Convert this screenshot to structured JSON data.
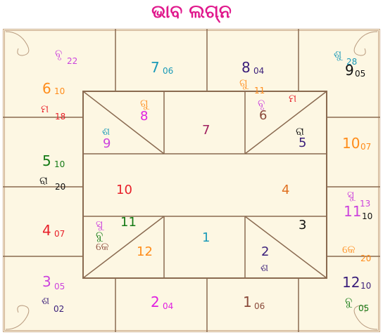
{
  "title": "ଭାବ ଲଗ୍ନ",
  "colors": {
    "title": "#e0188c",
    "frame_bg": "#fdf7e3",
    "lines": "#8a6a50"
  },
  "outer": {
    "top_left": {
      "planet": "ବୃ",
      "planet_deg": "22",
      "house": "6",
      "house_deg": "10",
      "planet2": "ମ",
      "planet2_deg": "18"
    },
    "top_2": {
      "house": "7",
      "house_deg": "06"
    },
    "top_3": {
      "house": "8",
      "house_deg": "04",
      "planet": "ଗୁ",
      "planet_deg": "11"
    },
    "top_right": {
      "planet": "ଶୁ",
      "planet_deg": "28",
      "house": "9",
      "house_deg": "05"
    },
    "left_2": {
      "house": "5",
      "house_deg": "10",
      "planet": "ରା",
      "planet_deg": "20"
    },
    "right_2": {
      "house": "10",
      "house_deg": "07"
    },
    "left_3": {
      "house": "4",
      "house_deg": "07"
    },
    "right_3": {
      "planet": "ସୁ",
      "planet_deg": "13",
      "house": "11",
      "house_deg": "10"
    },
    "bottom_left": {
      "house": "3",
      "house_deg": "05",
      "planet": "ଶ",
      "planet_deg": "02"
    },
    "bottom_2": {
      "house": "2",
      "house_deg": "04"
    },
    "bottom_3": {
      "house": "1",
      "house_deg": "06"
    },
    "bottom_right": {
      "planet": "କେ",
      "planet_deg": "20",
      "house": "12",
      "house_deg": "10",
      "planet2": "ବୁ",
      "planet2_deg": "05"
    }
  },
  "inner": {
    "tl_top": {
      "planet": "ଗୁ",
      "house": "8"
    },
    "tl_bottom": {
      "planet": "ଶ",
      "house": "9"
    },
    "top_mid": {
      "house": "7"
    },
    "tr_top": {
      "planet1": "ବୃ",
      "planet2": "ମ",
      "house": "6"
    },
    "tr_bottom": {
      "planet": "ରା",
      "house": "5"
    },
    "mid_left": {
      "house": "10"
    },
    "mid_right": {
      "house": "4"
    },
    "bl_top": {
      "house": "11"
    },
    "bl_bottom": {
      "planet1": "ସୁ",
      "planet2": "ବୁ",
      "planet3": "କେ",
      "house": "12"
    },
    "bottom_mid": {
      "house": "1"
    },
    "br_top": {
      "house": "3"
    },
    "br_bottom": {
      "house": "2",
      "planet": "ଶ"
    }
  }
}
